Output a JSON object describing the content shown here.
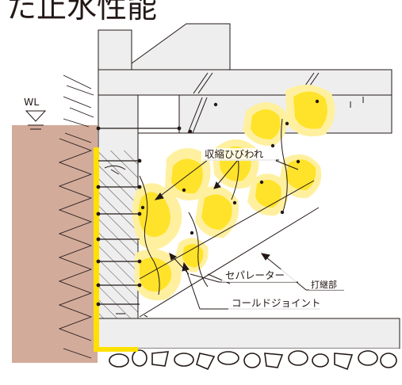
{
  "heading": "た止水性能",
  "labels": {
    "water_level": "WL",
    "shrinkage_crack": "収縮ひびわれ",
    "separator": "セパレーター",
    "pour_joint": "打継部",
    "cold_joint": "コールドジョイント"
  },
  "colors": {
    "soil": "#d2ab9b",
    "concrete_grey": "#eeeeef",
    "waterproof_yellow": "#ffe100",
    "leak_yellow": "#ffe32a",
    "leak_halo": "#fff0a0",
    "line": "#231815"
  }
}
